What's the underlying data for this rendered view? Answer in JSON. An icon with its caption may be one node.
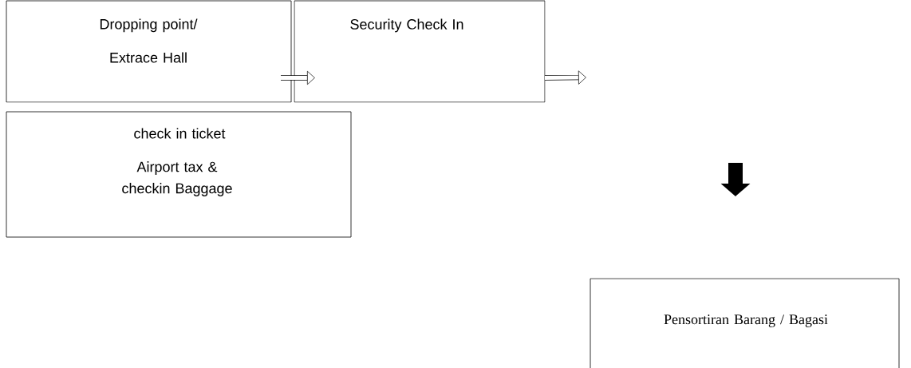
{
  "diagram": {
    "nodes": [
      {
        "text": [
          "Dropping point/ Extrace Hall"
        ]
      },
      {
        "text": [
          "Security Check In"
        ]
      },
      {
        "text": [
          "check in ticket",
          "Airport tax & checkin Baggage"
        ]
      },
      {
        "text": [
          "Pensortiran Barang / Bagasi"
        ]
      }
    ],
    "edges": [
      {
        "from": 0,
        "to": 1,
        "arrow": "to"
      },
      {
        "from": 1,
        "to": null,
        "arrow": "to"
      }
    ]
  }
}
